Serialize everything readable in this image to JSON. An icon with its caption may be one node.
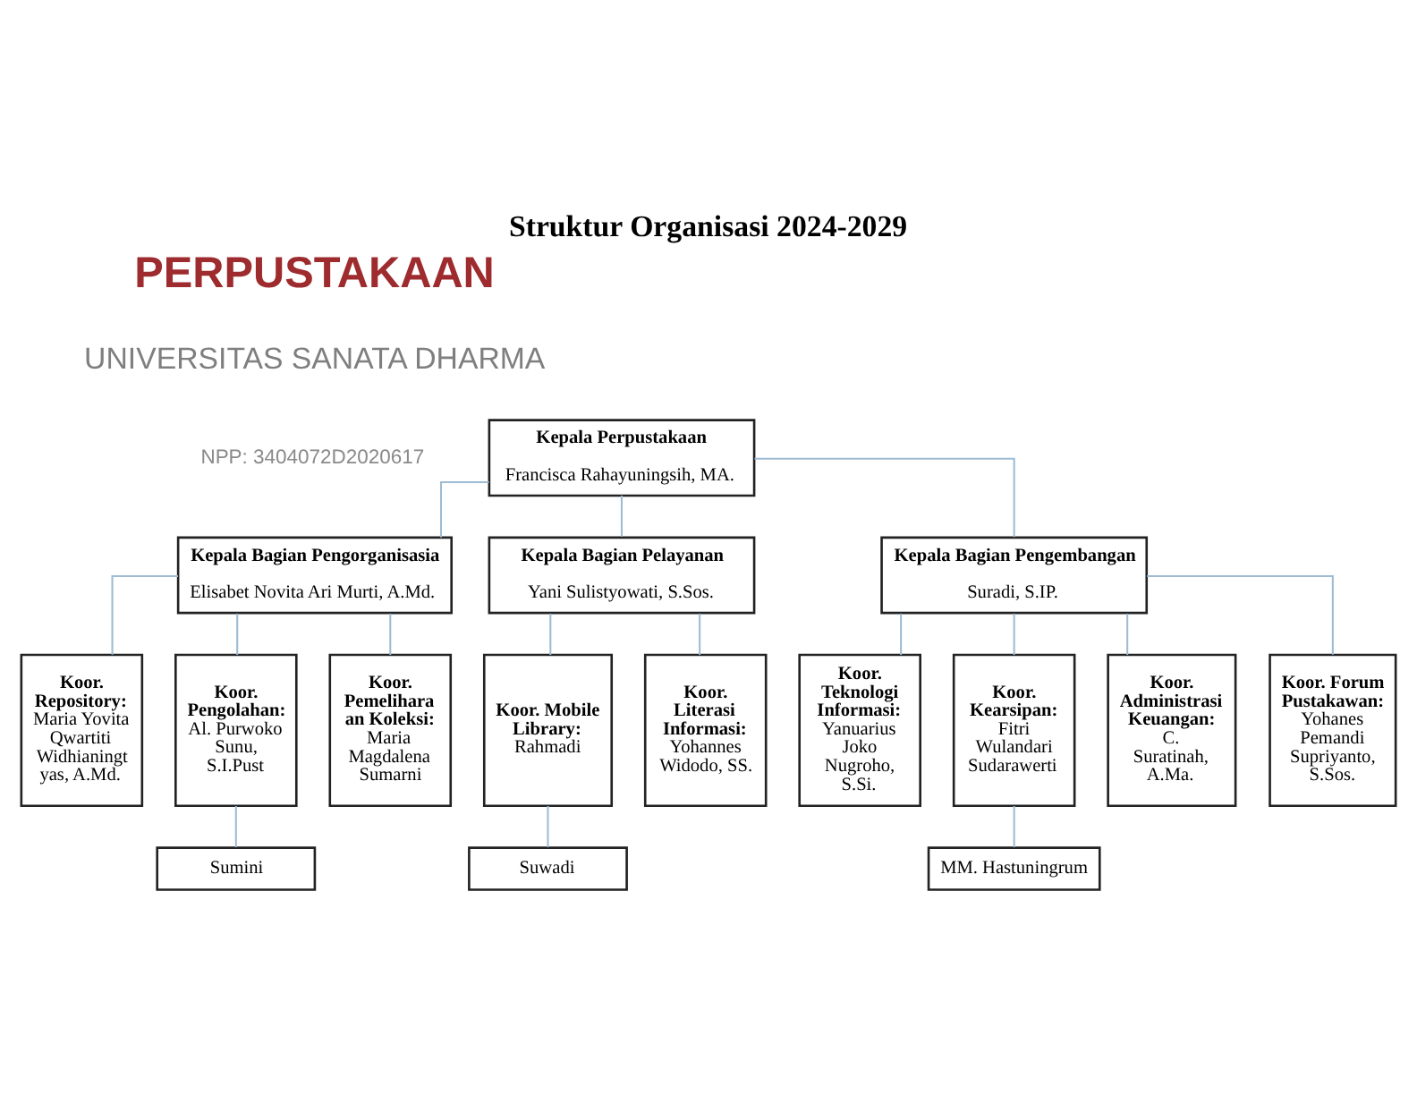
{
  "diagram": {
    "title": "Struktur Organisasi 2024-2029",
    "nodes": [
      {
        "text": [
          "Kepala Perpustakaan",
          "Francisca Rahayuningsih, MA."
        ]
      },
      {
        "text": [
          "Kepala Bagian Pengorganisasia",
          "Elisabet Novita Ari Murti, A.Md."
        ]
      },
      {
        "text": [
          "Kepala Bagian Pelayanan",
          "Yani Sulistyowati, S.Sos."
        ]
      },
      {
        "text": [
          "Kepala Bagian Pengembangan",
          "Suradi, S.IP."
        ]
      },
      {
        "text": [
          "Koor. Repository:",
          "Maria Yovita Qwartiti Widhianingt yas, A.Md."
        ]
      },
      {
        "text": [
          "Koor. Pengolahan:",
          "Al. Purwoko Sunu, S.I.Pust"
        ]
      },
      {
        "text": [
          "Koor. Pemelihara an Koleksi:",
          "Maria Magdalena Sumarni"
        ]
      },
      {
        "text": [
          "Koor. Mobile Library:",
          "Rahmadi"
        ]
      },
      {
        "text": [
          "Koor. Literasi Informasi:",
          "Yohannes Widodo, SS."
        ]
      },
      {
        "text": [
          "Koor. Teknologi Informasi:",
          "Yanuarius Joko Nugroho, S.Si."
        ]
      },
      {
        "text": [
          "Koor. Kearsipan:",
          "Fitri Wulandari Sudarawerti"
        ]
      },
      {
        "text": [
          "Koor. Administrasi Keuangan:",
          "C. Suratinah, A.Ma."
        ]
      },
      {
        "text": [
          "Koor. Forum Pustakawan:",
          "Yohanes Pemandi Supriyanto, S.Sos."
        ]
      },
      {
        "text": [
          "Sumini"
        ]
      },
      {
        "text": [
          "Suwadi"
        ]
      },
      {
        "text": [
          "MM. Hastuningrum"
        ]
      }
    ],
    "edges": [
      {
        "from": 0,
        "to": 1,
        "arrow": "none"
      },
      {
        "from": 0,
        "to": 2,
        "arrow": "none"
      },
      {
        "from": 0,
        "to": 3,
        "arrow": "none"
      },
      {
        "from": 1,
        "to": 4,
        "arrow": "none"
      },
      {
        "from": 1,
        "to": 5,
        "arrow": "none"
      },
      {
        "from": 1,
        "to": 6,
        "arrow": "none"
      },
      {
        "from": 2,
        "to": 7,
        "arrow": "none"
      },
      {
        "from": 2,
        "to": 8,
        "arrow": "none"
      },
      {
        "from": 3,
        "to": 9,
        "arrow": "none"
      },
      {
        "from": 3,
        "to": 10,
        "arrow": "none"
      },
      {
        "from": 3,
        "to": 11,
        "arrow": "none"
      },
      {
        "from": 3,
        "to": 12,
        "arrow": "none"
      },
      {
        "from": 5,
        "to": 13,
        "arrow": "none"
      },
      {
        "from": 7,
        "to": 14,
        "arrow": "none"
      },
      {
        "from": 10,
        "to": 15,
        "arrow": "none"
      }
    ],
    "labels": [
      "PERPUSTAKAAN",
      "UNIVERSITAS SANATA DHARMA",
      "NPP: 3404072D2020617"
    ]
  }
}
